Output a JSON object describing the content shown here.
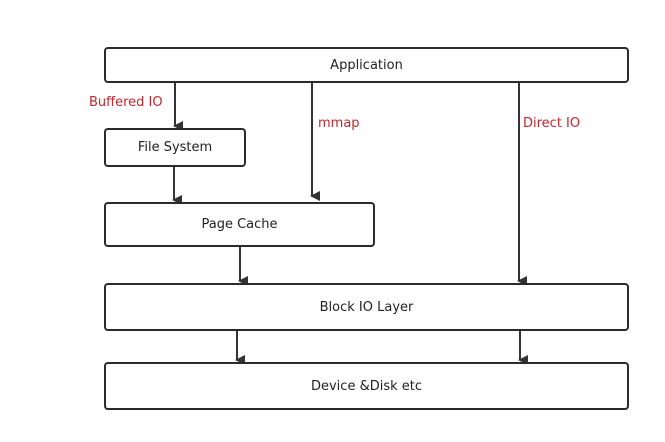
{
  "boxes": {
    "application": "Application",
    "file_system": "File System",
    "page_cache": "Page Cache",
    "block_io_layer": "Block IO Layer",
    "device_disk": "Device &Disk etc"
  },
  "paths": {
    "buffered_io": "Buffered IO",
    "mmap": "mmap",
    "direct_io": "Direct IO"
  },
  "colors": {
    "box_border": "#2b2b2b",
    "path_label": "#c0272d",
    "arrow": "#333333"
  }
}
